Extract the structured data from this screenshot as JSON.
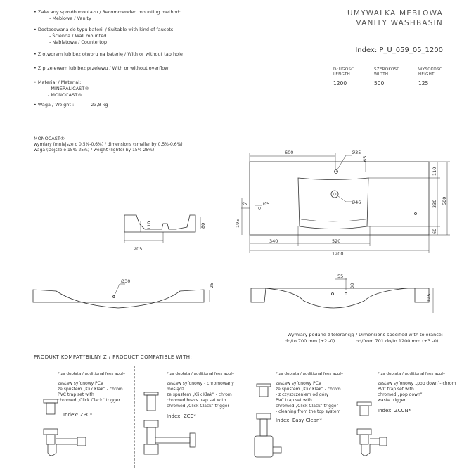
{
  "specs": {
    "mounting": {
      "label": "Zalecany sposób montażu / Recommended mounting method:",
      "items": [
        "- Meblowa / Vanity"
      ]
    },
    "faucets": {
      "label": "Dostosowana do typu baterii / Suitable with kind of faucets:",
      "items": [
        "- Ścienna / Wall mounted",
        "- Nablatowa / Countertop"
      ]
    },
    "taphole": "Z otworem lub bez otworu na baterię / With or without tap hole",
    "overflow": "Z przelewem lub bez przelewu / With or without overflow",
    "material": {
      "label": "Materiał / Material:",
      "items": [
        "- MINERALICAST®",
        "- MONOCAST®"
      ]
    },
    "weight": {
      "label": "Waga / Weight :",
      "value": "23,8 kg"
    }
  },
  "header": {
    "title_line1": "UMYWALKA MEBLOWA",
    "title_line2": "VANITY WASHBASIN",
    "index": "Index: P_U_059_05_1200"
  },
  "dimensions": {
    "length": {
      "pl": "DŁUGOŚĆ",
      "en": "LENGTH",
      "value": "1200"
    },
    "width": {
      "pl": "SZEROKOŚĆ",
      "en": "WIDTH",
      "value": "500"
    },
    "height": {
      "pl": "WYSOKOŚĆ",
      "en": "HEIGHT",
      "value": "125"
    }
  },
  "monocast": {
    "title": "MONOCAST®",
    "line1": "wymiary (mniejsze o 0,5%-0,6%) / dimensions (smaller by 0,5%-0,6%)",
    "line2": "waga (lżejsze o 15%-25%) / weight (lighter by 15%-25%)"
  },
  "drawing": {
    "d600": "600",
    "d35": "Ø35",
    "d65": "65",
    "d110": "110",
    "d330": "330",
    "d500": "500",
    "d60": "60",
    "d46": "Ø46",
    "d35b": "35",
    "d5": "Ø5",
    "d195": "195",
    "d340": "340",
    "d520": "520",
    "d1200": "1200",
    "s110": "110",
    "s80": "80",
    "s205": "205",
    "f30": "Ø30",
    "f25": "25",
    "b55": "55",
    "b38": "38",
    "b125": "125"
  },
  "tolerance": {
    "line1": "Wymiary podane z tolerancją / Dimensions specified with tolerance:",
    "col1": "do/to 700 mm (+2 -0)",
    "col2": "od/from 701 do/to 1200 mm (+3 -0)"
  },
  "compatible": {
    "title": "PRODUKT KOMPATYBILNY Z / PRODUCT COMPATIBLE WITH:",
    "products": [
      {
        "fee": "* za dopłatą / additional fees apply",
        "lines": [
          "zestaw syfonowy PCV",
          "ze spustem „Klik Klak” - chrom",
          "PVC trap set with",
          "chromed „Click Clack” trigger"
        ],
        "index": "Index: ZPC*"
      },
      {
        "fee": "* za dopłatą / additional fees apply",
        "lines": [
          "zestaw syfonowy - chromowany",
          "mosiądz",
          "ze spustem „Klik Klak” - chrom",
          "chromed brass trap set with",
          "chromed „Click Clack” trigger"
        ],
        "index": "Index: ZCC*"
      },
      {
        "fee": "* za dopłatą / additional fees apply",
        "lines": [
          "zestaw syfonowy PCV",
          "ze spustem „Klik Klak” - chrom",
          "- z czyszczeniem od góry",
          "PVC trap set with",
          "chromed „Click Clack” trigger",
          "- cleaning from the top system"
        ],
        "index": "Index: Easy Clean*"
      },
      {
        "fee": "* za dopłatą / additional fees apply",
        "lines": [
          "zestaw syfonowy „pop down”- chrom",
          "PVC trap set with",
          "chromed „pop down”",
          "waste trigger"
        ],
        "index": "Index: ZCCN*"
      }
    ]
  }
}
